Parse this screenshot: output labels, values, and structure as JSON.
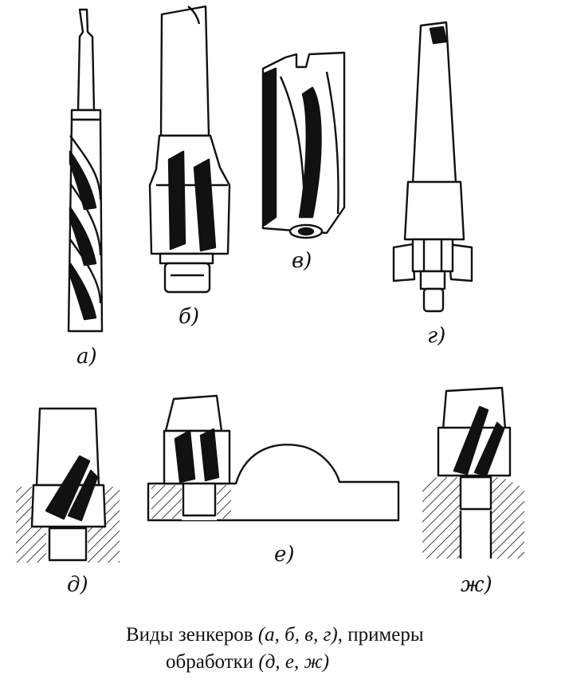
{
  "labels": {
    "a": "а)",
    "b": "б)",
    "v": "в)",
    "g": "г)",
    "d": "д)",
    "e": "е)",
    "zh": "ж)"
  },
  "caption": {
    "line1_prefix": "Виды зенкеров ",
    "line1_italic": "(а, б, в, г)",
    "line1_suffix": ", примеры",
    "line2_prefix": "обработки ",
    "line2_italic": "(д, е, ж)"
  },
  "colors": {
    "ink": "#111111",
    "paper": "#ffffff"
  }
}
